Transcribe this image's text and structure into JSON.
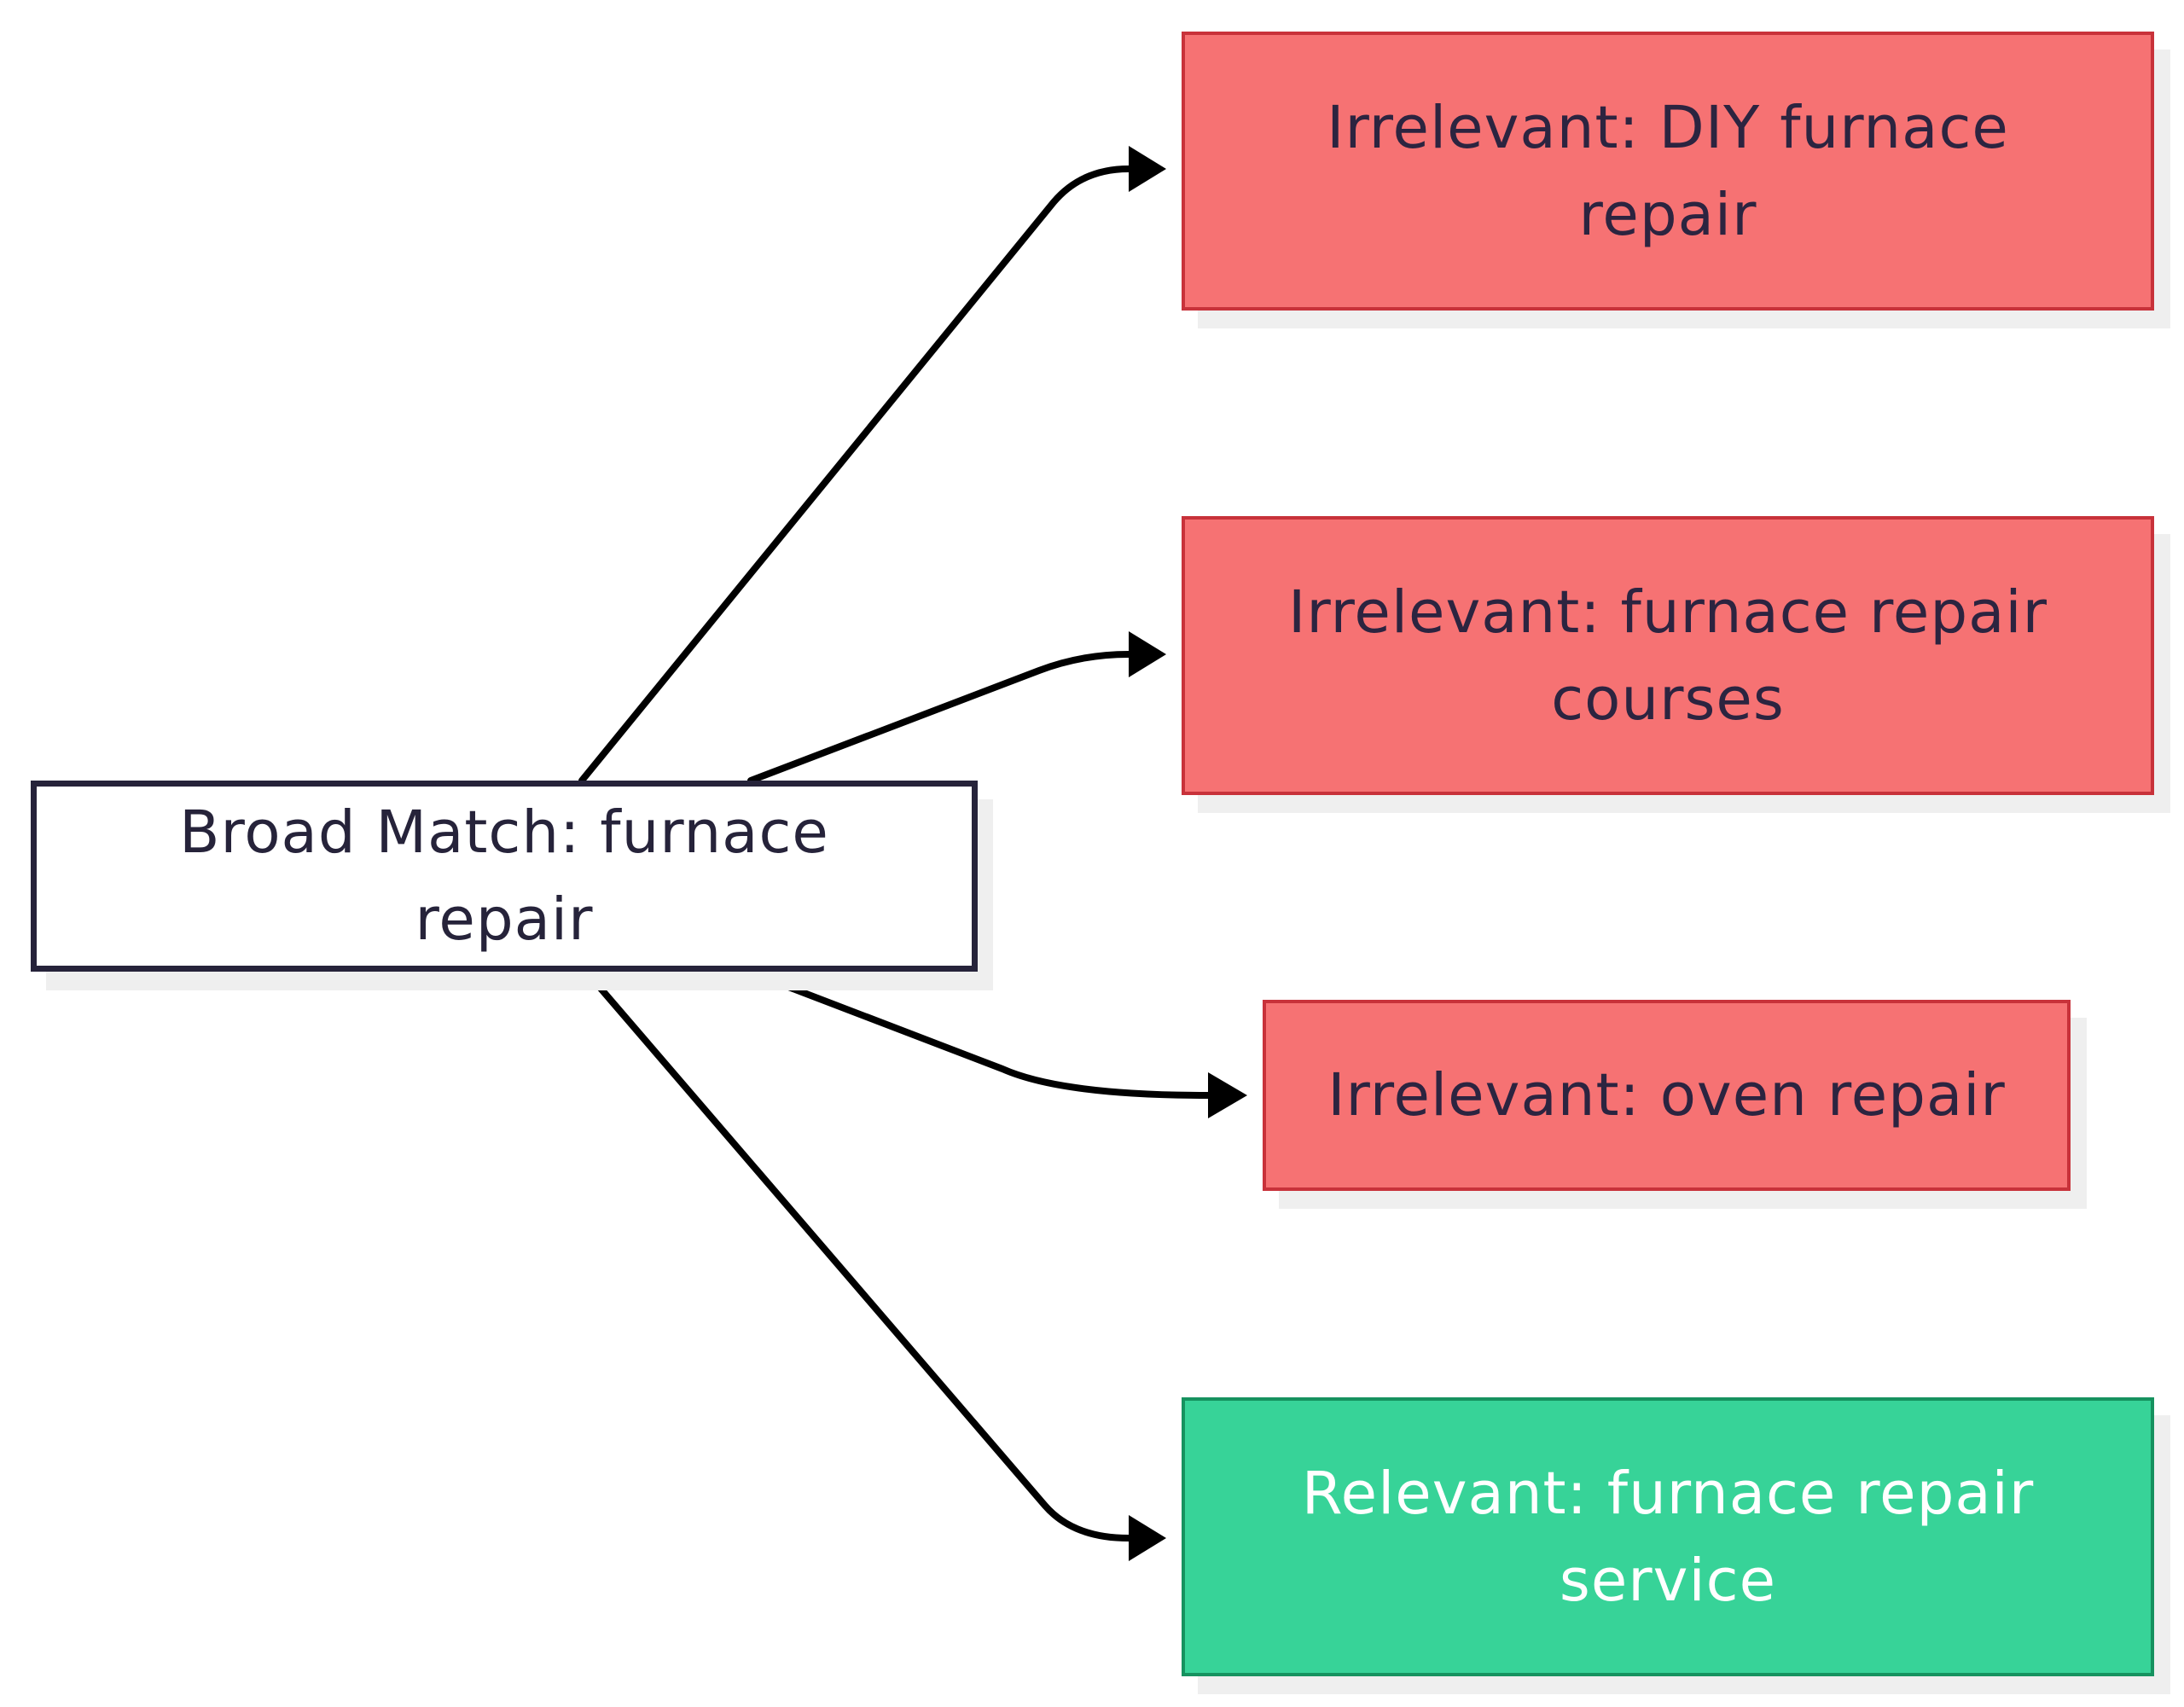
{
  "diagram": {
    "source": {
      "label": "Broad Match: furnace repair"
    },
    "targets": [
      {
        "label": "Irrelevant: DIY furnace repair",
        "status": "irrelevant"
      },
      {
        "label": "Irrelevant: furnace repair courses",
        "status": "irrelevant"
      },
      {
        "label": "Irrelevant: oven repair",
        "status": "irrelevant"
      },
      {
        "label": "Relevant: furnace repair service",
        "status": "relevant"
      }
    ],
    "edges": [
      {
        "from": "source",
        "to": "target-1"
      },
      {
        "from": "source",
        "to": "target-2"
      },
      {
        "from": "source",
        "to": "target-3"
      },
      {
        "from": "source",
        "to": "target-4"
      }
    ],
    "colors": {
      "irrelevant_fill": "#f67273",
      "irrelevant_border": "#c8323a",
      "relevant_fill": "#37d398",
      "relevant_border": "#16925f",
      "source_border": "#26233a",
      "edge": "#000000"
    }
  }
}
